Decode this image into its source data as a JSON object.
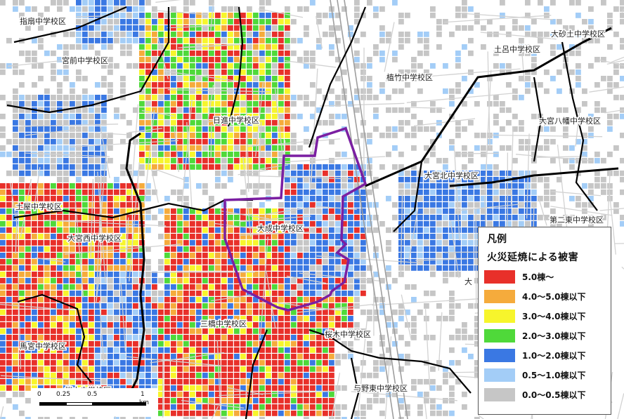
{
  "districts": [
    {
      "id": "sashiougi",
      "label": "指扇中学校区"
    },
    {
      "id": "miyamae",
      "label": "宮前中学校区"
    },
    {
      "id": "onari",
      "label": "大砂土中学校区"
    },
    {
      "id": "tsuchiro",
      "label": "土呂中学校区"
    },
    {
      "id": "uetake",
      "label": "植竹中学校区"
    },
    {
      "id": "nisshin",
      "label": "日進中学校区"
    },
    {
      "id": "omiya_hachiman",
      "label": "大宮八幡中学校区"
    },
    {
      "id": "omiya_kita",
      "label": "大宮北中学校区"
    },
    {
      "id": "dai2_higashi",
      "label": "第二東中学校区"
    },
    {
      "id": "tsuchiya",
      "label": "土屋中学校区"
    },
    {
      "id": "taisei",
      "label": "大成中学校区"
    },
    {
      "id": "omiya_nishi",
      "label": "大宮西中学校区"
    },
    {
      "id": "mihashi",
      "label": "三橋中学校区"
    },
    {
      "id": "sakuragi",
      "label": "桜木中学校区"
    },
    {
      "id": "magumiya",
      "label": "馬宮中学校区"
    },
    {
      "id": "yono_higashi",
      "label": "与野東中学校区"
    },
    {
      "id": "omiya_partial",
      "label": "大"
    },
    {
      "id": "bottom_partial",
      "label": "桜木中学校区"
    }
  ],
  "legend": {
    "title": "凡例",
    "subtitle": "火災延焼による被害",
    "items": [
      {
        "label": "5.0棟～",
        "color": "#e8302a"
      },
      {
        "label": "4.0～5.0棟以下",
        "color": "#f5ab3c"
      },
      {
        "label": "3.0～4.0棟以下",
        "color": "#f7f52c"
      },
      {
        "label": "2.0～3.0棟以下",
        "color": "#4fd93a"
      },
      {
        "label": "1.0～2.0棟以下",
        "color": "#3a78e3"
      },
      {
        "label": "0.5～1.0棟以下",
        "color": "#a3cdf7"
      },
      {
        "label": "0.0～0.5棟以下",
        "color": "#c6c6c6"
      }
    ]
  },
  "scale_bar": {
    "ticks": [
      "0",
      "0.25",
      "0.5",
      "1"
    ],
    "unit": "km"
  },
  "colors": {
    "road": "#d2d2d2",
    "boundary": "#000000",
    "highlight": "#7b1fa2",
    "block": "#e6e6e6"
  }
}
